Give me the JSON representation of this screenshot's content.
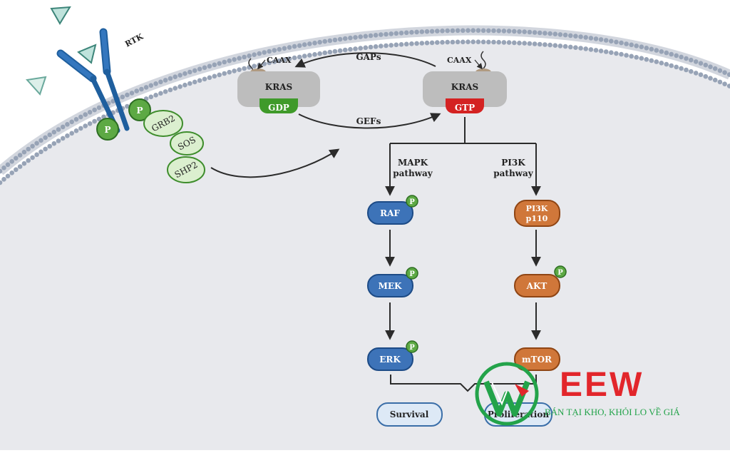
{
  "rtk": {
    "label": "RTK",
    "phospho": "P"
  },
  "adaptors": {
    "grb2": "GRB2",
    "sos": "SOS",
    "shp2": "SHP2"
  },
  "kras_left": {
    "label": "KRAS",
    "nucleotide": "GDP",
    "tail": "CAAX"
  },
  "kras_right": {
    "label": "KRAS",
    "nucleotide": "GTP",
    "tail": "CAAX"
  },
  "cycle": {
    "top_label": "GAPs",
    "bottom_label": "GEFs"
  },
  "mapk": {
    "title_line1": "MAPK",
    "title_line2": "pathway",
    "nodes": [
      "RAF",
      "MEK",
      "ERK"
    ],
    "phospho": "P"
  },
  "pi3k": {
    "title_line1": "PI3K",
    "title_line2": "pathway",
    "node1_line1": "PI3K",
    "node1_line2": "p110",
    "node2": "AKT",
    "node3": "mTOR",
    "phospho": "P"
  },
  "outcomes": {
    "survival": "Survival",
    "proliferation": "Proliferation"
  },
  "watermark": {
    "brand": "EEW",
    "tagline": "BÁN TẠI KHO, KHỎI LO VỀ GIÁ"
  },
  "colors": {
    "mapk_blue": "#3d73b8",
    "pi3k_orange": "#d0773a",
    "gdp_green": "#3f9a2a",
    "gtp_red": "#d42222",
    "phospho_green": "#5da944",
    "brand_red": "#e2262b",
    "brand_green": "#23a34a"
  }
}
